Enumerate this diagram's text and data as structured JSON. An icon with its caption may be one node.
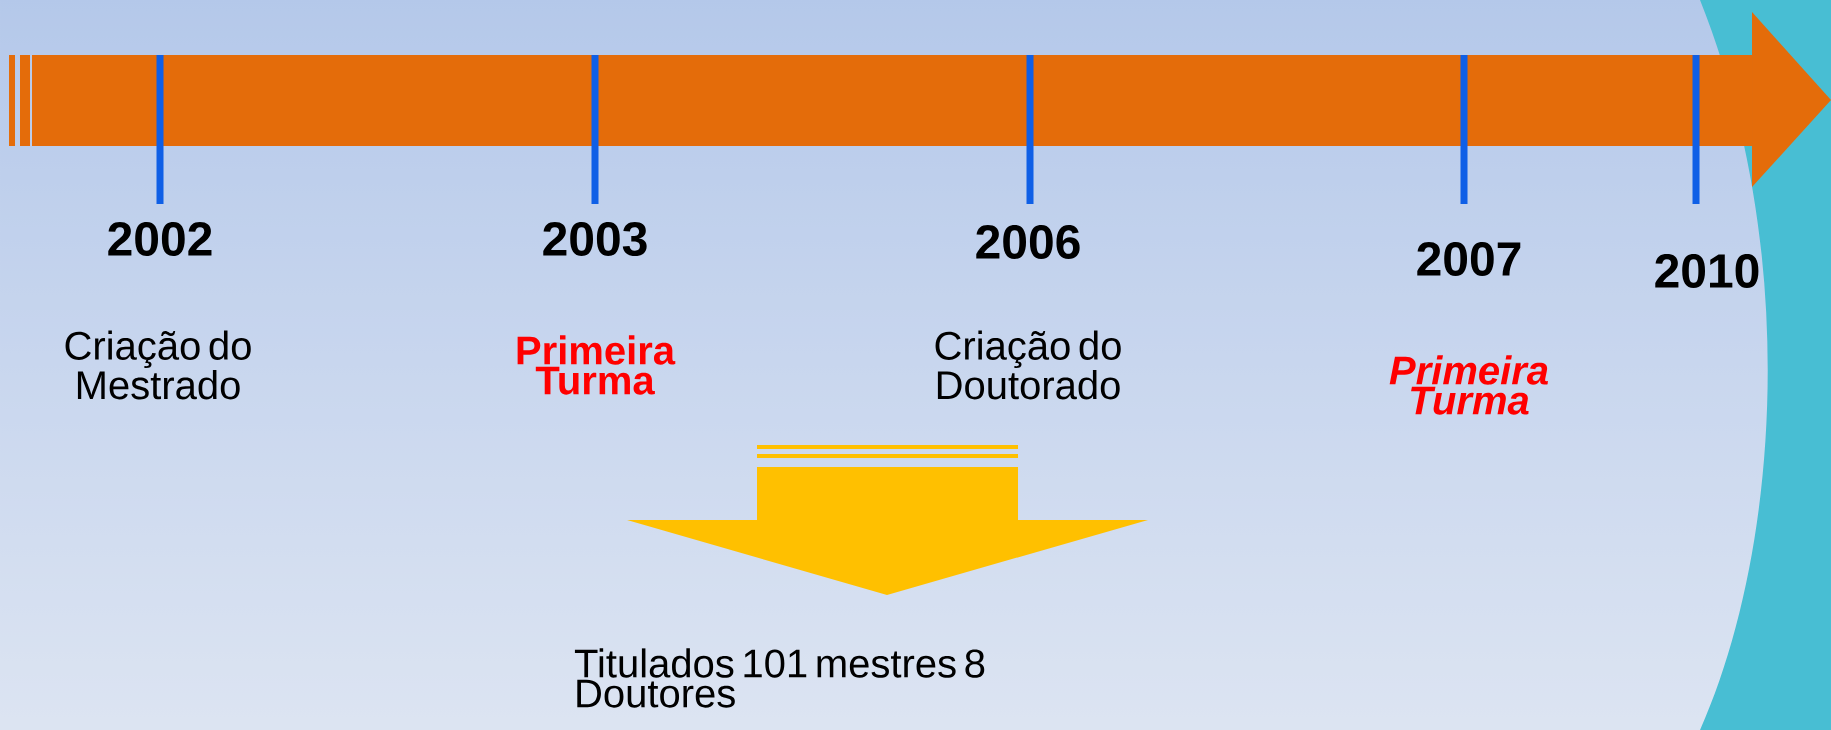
{
  "diagram": {
    "labels": [
      "2002",
      "2003",
      "2006",
      "2007",
      "2010",
      "Criação do Mestrado",
      "Primeira Turma",
      "Criação do Doutorado",
      "Primeira Turma",
      "Titulados 101 mestres 8 Doutores"
    ]
  }
}
